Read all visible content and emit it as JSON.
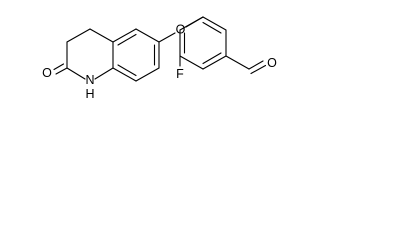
{
  "molecule": {
    "atom_labels": [
      {
        "id": "O_ether",
        "text": "O"
      },
      {
        "id": "F",
        "text": "F"
      },
      {
        "id": "O_carbonyl",
        "text": "O"
      },
      {
        "id": "NH",
        "text": "N"
      },
      {
        "id": "NH_H",
        "text": "H"
      },
      {
        "id": "O_aldehyde",
        "text": "O"
      }
    ]
  }
}
